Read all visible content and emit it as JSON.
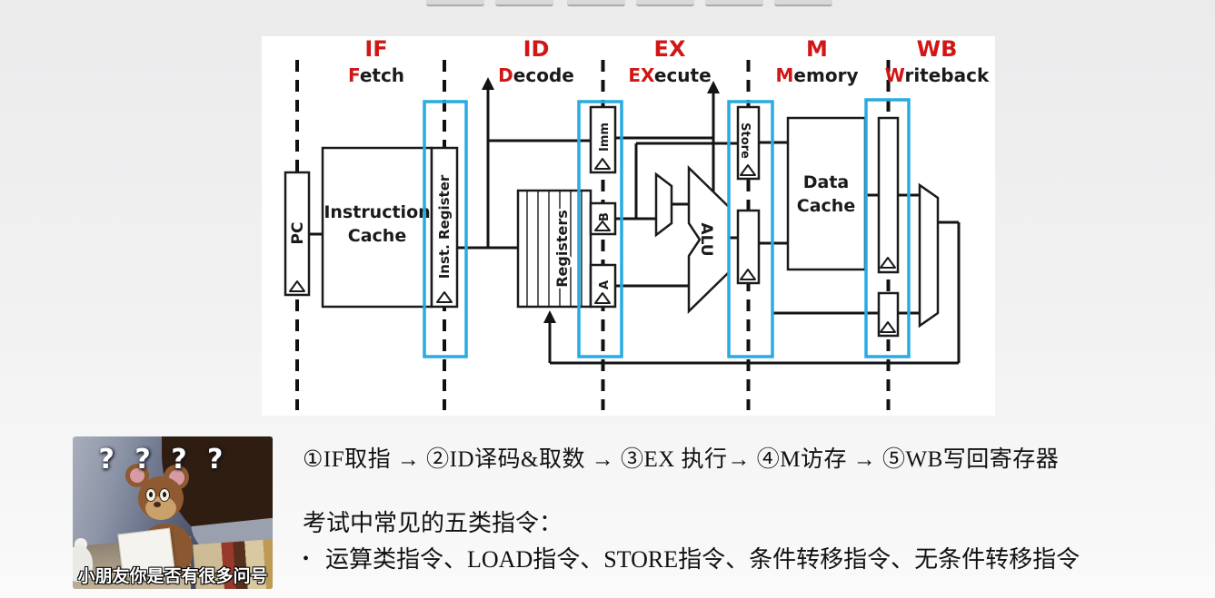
{
  "pipeline": {
    "stages": [
      {
        "abbr": "IF",
        "name_prefix": "F",
        "name_rest": "etch"
      },
      {
        "abbr": "ID",
        "name_prefix": "D",
        "name_rest": "ecode"
      },
      {
        "abbr": "EX",
        "name_prefix": "EX",
        "name_rest": "ecute"
      },
      {
        "abbr": "M",
        "name_prefix": "M",
        "name_rest": "emory"
      },
      {
        "abbr": "WB",
        "name_prefix": "W",
        "name_rest": "riteback"
      }
    ],
    "components": {
      "pc": "PC",
      "inst_cache_line1": "Instruction",
      "inst_cache_line2": "Cache",
      "inst_register": "Inst. Register",
      "registers": "Registers",
      "imm": "Imm",
      "b": "B",
      "a": "A",
      "alu": "ALU",
      "store": "Store",
      "data_cache_line1": "Data",
      "data_cache_line2": "Cache"
    },
    "colors": {
      "highlight_blue": "#29abe2",
      "stage_red": "#d21616",
      "wire_black": "#141414"
    }
  },
  "notes": {
    "flow_line": "①IF取指 → ②ID译码&取数 → ③EX 执行→ ④M访存 → ⑤WB写回寄存器",
    "heading": "考试中常见的五类指令：",
    "bullet": "•",
    "bullet_text": "运算类指令、LOAD指令、STORE指令、条件转移指令、无条件转移指令"
  },
  "meme": {
    "question_marks": "? ? ? ?",
    "caption": "小朋友你是否有很多问号"
  }
}
